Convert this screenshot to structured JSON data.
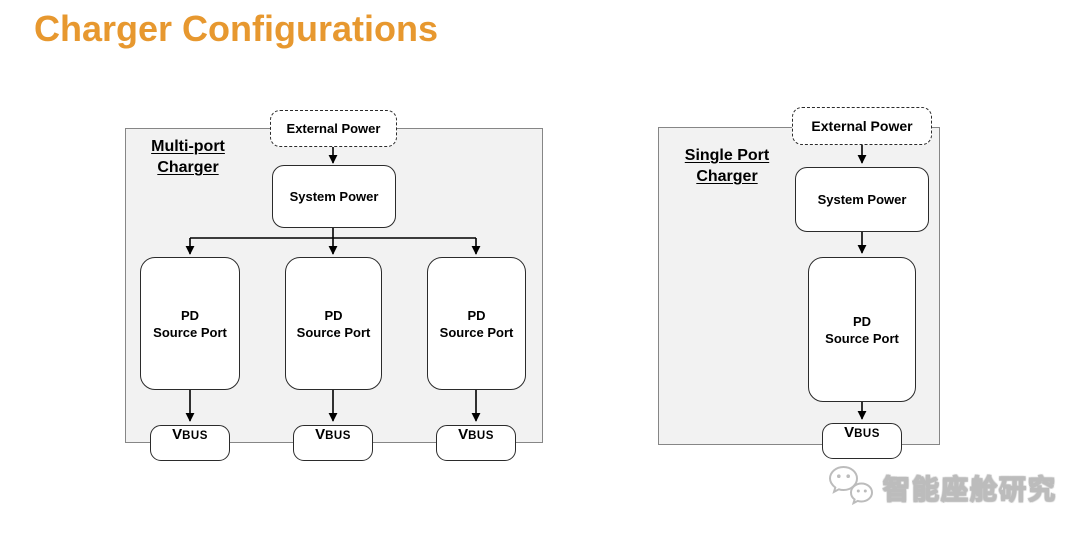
{
  "title": "Charger Configurations",
  "colors": {
    "title": "#E7982F",
    "panel_fill": "#F2F2F2",
    "panel_border": "#868686",
    "node_border": "#2B2B2B",
    "node_fill": "#FFFFFF",
    "connector": "#000000",
    "watermark": "#BCBCBC"
  },
  "multi_port": {
    "title_line1": "Multi-port",
    "title_line2": "Charger",
    "external_power": "External Power",
    "system_power": "System Power",
    "pd_port_line1": "PD",
    "pd_port_line2": "Source Port",
    "pd_port_count": 3,
    "vbus_v": "V",
    "vbus_bus": "BUS"
  },
  "single_port": {
    "title_line1": "Single Port",
    "title_line2": "Charger",
    "external_power": "External Power",
    "system_power": "System Power",
    "pd_port_line1": "PD",
    "pd_port_line2": "Source Port",
    "pd_port_count": 1,
    "vbus_v": "V",
    "vbus_bus": "BUS"
  },
  "watermark": {
    "brand": "智能座舱研究",
    "icon": "wechat-chat-bubbles-icon"
  }
}
